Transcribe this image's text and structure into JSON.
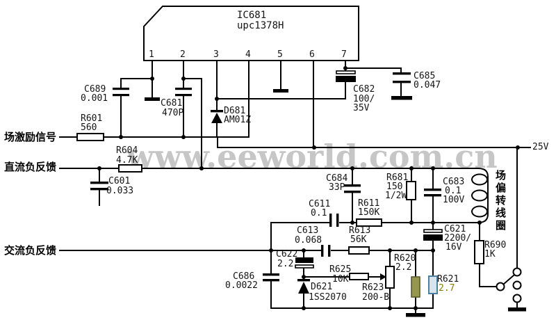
{
  "watermark": "www.eeworld.com.cn",
  "supply_label": "25V",
  "ic": {
    "ref": "IC681",
    "part": "upc1378H",
    "pins": [
      "1",
      "2",
      "3",
      "4",
      "5",
      "6",
      "7"
    ]
  },
  "nets": {
    "field_drive": "场激励信号",
    "dc_feedback": "直流负反馈",
    "ac_feedback": "交流负反馈",
    "yoke": "场偏转线圈"
  },
  "components": {
    "C689": [
      "C689",
      "0.001"
    ],
    "C681": [
      "C681",
      "470P"
    ],
    "R601": [
      "R601",
      "560"
    ],
    "R604": [
      "R604",
      "4.7K"
    ],
    "C601": [
      "C601",
      "0.033"
    ],
    "D681": [
      "D681",
      "AM01Z"
    ],
    "C682": [
      "C682",
      "100/",
      "35V"
    ],
    "C685": [
      "C685",
      "0.047"
    ],
    "C684": [
      "C684",
      "33P"
    ],
    "R681": [
      "R681",
      "150",
      "1/2W"
    ],
    "C683": [
      "C683",
      "0.1",
      "100V"
    ],
    "C611": [
      "C611",
      "0.1"
    ],
    "R611": [
      "R611",
      "150K"
    ],
    "R613": [
      "R613",
      "56K"
    ],
    "C613": [
      "C613",
      "0.068"
    ],
    "C622": [
      "C622",
      "2.2"
    ],
    "C686": [
      "C686",
      "0.0022"
    ],
    "R625": [
      "R625",
      "10K"
    ],
    "R623": [
      "R623",
      "200-B"
    ],
    "D621": [
      "D621",
      "1SS2070"
    ],
    "R620": [
      "R620",
      "2.2"
    ],
    "R621": [
      "R621",
      "2.7"
    ],
    "C621": [
      "C621",
      "2200/",
      "16V"
    ],
    "R690": [
      "R690",
      "1K"
    ]
  },
  "colors": {
    "wire": "#000000",
    "watermark": "#c6c6c6",
    "background": "#ffffff",
    "r620_body": "#96964f",
    "r621_body": "#d8e4ec",
    "r621_border": "#4f7fa0",
    "r621_value_text": "#7f7f00"
  }
}
